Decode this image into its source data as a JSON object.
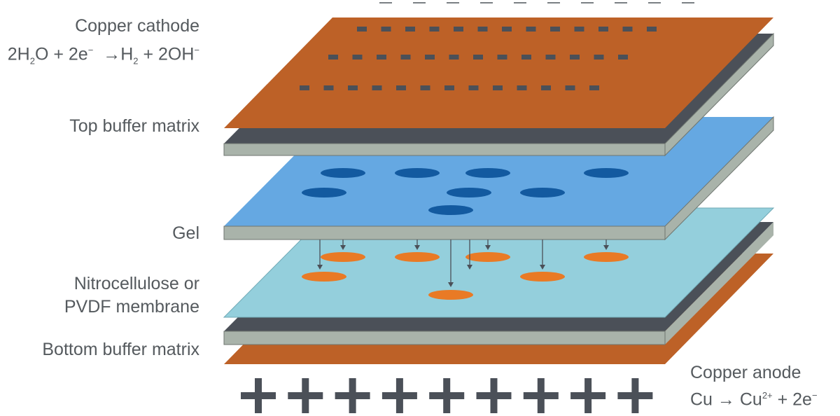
{
  "labels": {
    "cathode": "Copper cathode",
    "cathode_eq": {
      "a": "2H",
      "a_sub": "2",
      "b": "O + 2e",
      "b_sup": "−",
      "arrow": "→",
      "c": "H",
      "c_sub": "2",
      "d": " + 2OH",
      "d_sup": "−"
    },
    "top_buffer": "Top buffer matrix",
    "gel": "Gel",
    "membrane_1": "Nitrocellulose or",
    "membrane_2": "PVDF membrane",
    "bottom_buffer": "Bottom buffer matrix",
    "anode": "Copper anode",
    "anode_eq": {
      "a": "Cu",
      "arrow": "→",
      "b": " Cu",
      "b_sup": "2+",
      "c": " + 2e",
      "c_sup": "−"
    }
  },
  "colors": {
    "copper": "#bd6127",
    "dark": "#4b5058",
    "edge": "#a9b3aa",
    "gel": "#65a8e2",
    "gel_band": "#135aa0",
    "membrane": "#94cfdc",
    "protein": "#e97a25",
    "sign": "#4b5058"
  }
}
